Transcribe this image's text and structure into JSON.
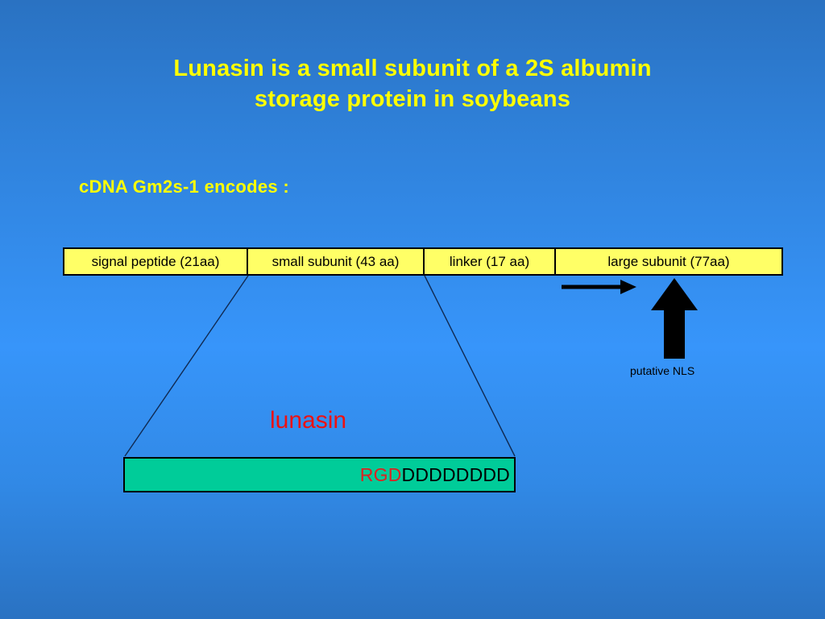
{
  "slide": {
    "background_top_color": "#2a72c2",
    "background_mid_color": "#3795fa",
    "title_color": "#ffff00",
    "title_line1": "Lunasin is a small subunit of a 2S albumin",
    "title_line2": "storage protein in soybeans",
    "subtitle": "cDNA  Gm2s-1 encodes :"
  },
  "domain_bar": {
    "fill_color": "#ffff66",
    "border_color": "#000000",
    "segments": [
      {
        "label": "signal peptide (21aa)",
        "name": "signal peptide",
        "length_aa": 21
      },
      {
        "label": "small subunit (43 aa)",
        "name": "small subunit",
        "length_aa": 43
      },
      {
        "label": "linker (17 aa)",
        "name": "linker",
        "length_aa": 17
      },
      {
        "label": "large subunit (77aa)",
        "name": "large subunit",
        "length_aa": 77
      }
    ]
  },
  "annotations": {
    "nls_label": "putative NLS",
    "nls_label_color": "#000000",
    "lunasin_label": "lunasin",
    "lunasin_label_color": "#ee1111"
  },
  "lunasin_box": {
    "fill_color": "#00cc99",
    "border_color": "#000000",
    "motif_rgd": "RGD",
    "motif_rgd_color": "#dd2222",
    "poly_aspartate": "DDDDDDDD",
    "poly_aspartate_color": "#000000"
  }
}
